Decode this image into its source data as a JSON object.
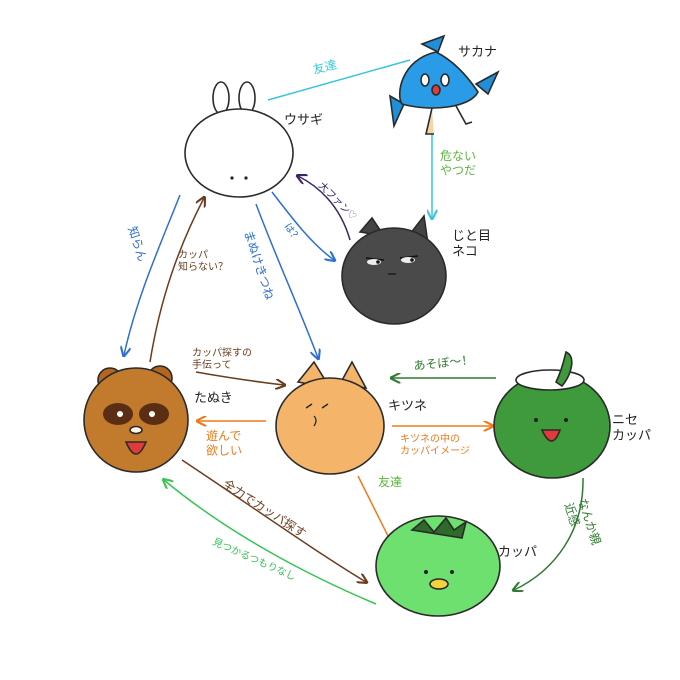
{
  "characters": {
    "usagi": "ウサギ",
    "sakana": "サカナ",
    "jitome": "じと目\nネコ",
    "tanuki": "たぬき",
    "kitsune": "キツネ",
    "nise_kappa": "ニセ\nカッパ",
    "kappa": "カッパ"
  },
  "relations": {
    "usagi_sakana": "友達",
    "sakana_jitome": "危ない\nやつだ",
    "jitome_usagi": "大ファン♡",
    "usagi_jitome": "は？",
    "usagi_kitsune": "まぬけきつね",
    "usagi_tanuki": "知らん",
    "tanuki_usagi": "カッパ\n知らない？",
    "tanuki_kitsune": "カッパ探すの\n手伝って",
    "kitsune_tanuki": "遊んで\n欲しい",
    "nise_kitsune": "あそぼ〜！",
    "kitsune_nise": "キツネの中の\nカッパイメージ",
    "nise_kappa": "なんか親\n近感",
    "kitsune_kappa": "友達",
    "tanuki_kappa": "全力でカッパ探す",
    "kappa_tanuki": "見つかるつもりなし"
  },
  "colors": {
    "blue": "#2e6fd6",
    "brown": "#6b3c1f",
    "orange": "#ee7a1c",
    "dark_green": "#2f7a2f",
    "light_green": "#37c453",
    "cyan": "#3ac6d9",
    "purple": "#3a2666",
    "lime": "#5ab73a"
  }
}
